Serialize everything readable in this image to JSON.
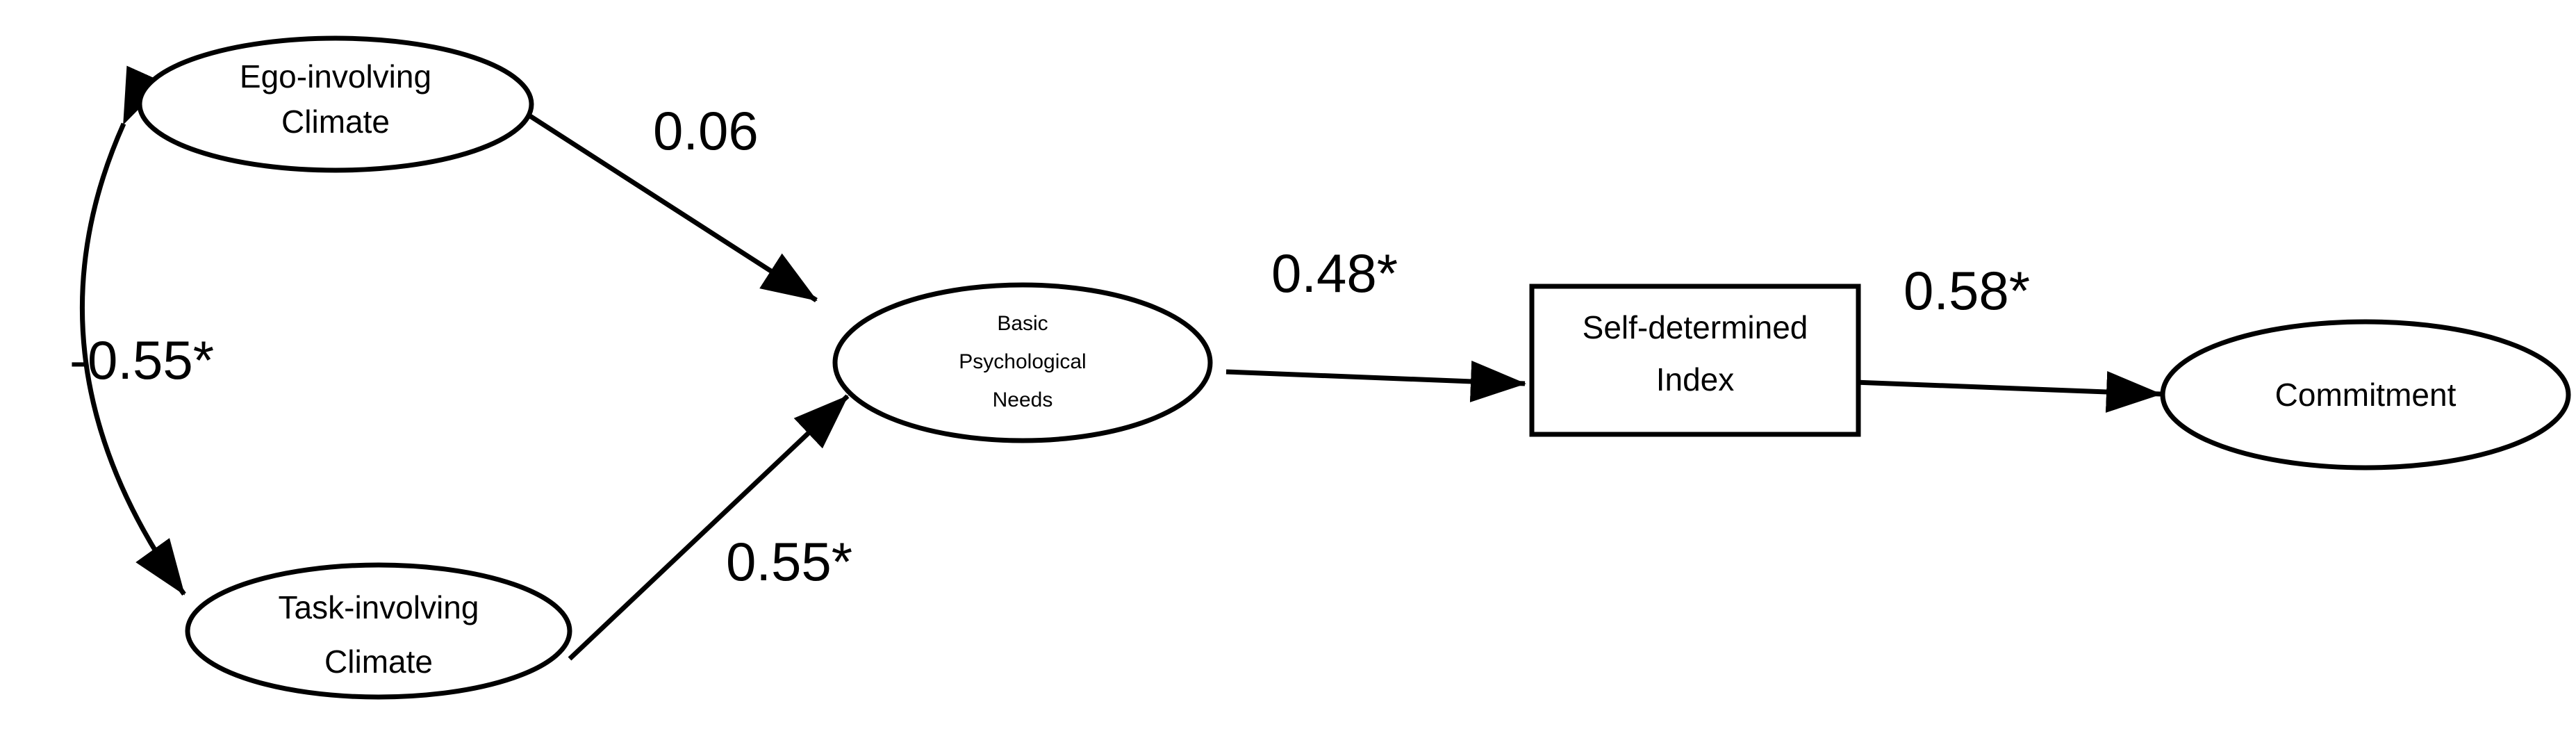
{
  "nodes": {
    "ego": {
      "line1": "Ego-involving",
      "line2": "Climate"
    },
    "task": {
      "line1": "Task-involving",
      "line2": "Climate"
    },
    "bpn": {
      "line1": "Basic",
      "line2": "Psychological",
      "line3": "Needs"
    },
    "sdi": {
      "line1": "Self-determined",
      "line2": "Index"
    },
    "commitment": {
      "line1": "Commitment"
    }
  },
  "paths": {
    "ego_to_bpn": "0.06",
    "task_to_bpn": "0.55*",
    "bpn_to_sdi": "0.48*",
    "sdi_to_commitment": "0.58*",
    "ego_task_covariance": "-0.55*"
  },
  "colors": {
    "stroke": "#000000",
    "fill": "#ffffff",
    "text": "#000000"
  }
}
